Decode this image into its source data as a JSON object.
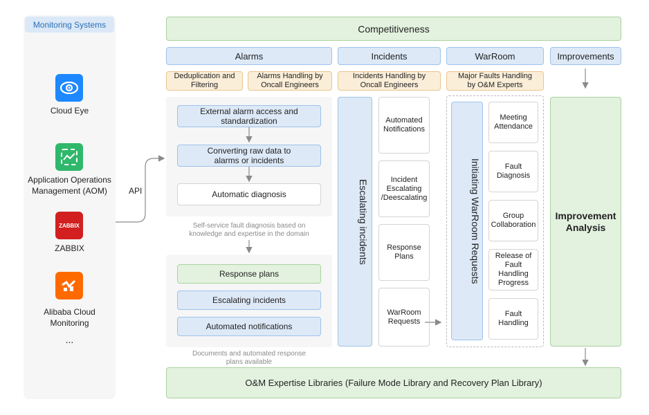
{
  "monitoring": {
    "title": "Monitoring Systems",
    "systems": [
      {
        "name": "Cloud Eye",
        "icon": "eye-icon",
        "color": "#1e88ff"
      },
      {
        "name": "Application Operations Management (AOM)",
        "icon": "graph-icon",
        "color": "#2fb86b"
      },
      {
        "name": "ZABBIX",
        "icon_text": "ZABBIX",
        "color": "#d21f1f"
      },
      {
        "name": "Alibaba Cloud Monitoring",
        "icon": "chart-icon",
        "color": "#ff6a00"
      }
    ],
    "more": "..."
  },
  "api_label": "API",
  "header": "Competitiveness",
  "columns": {
    "alarms": "Alarms",
    "incidents": "Incidents",
    "warroom": "WarRoom",
    "improvements": "Improvements"
  },
  "subheaders": {
    "dedup": "Deduplication and Filtering",
    "alarms_handling": "Alarms Handling by Oncall Engineers",
    "incidents_handling": "Incidents Handling by Oncall Engineers",
    "major_faults": "Major Faults Handling by O&M Experts"
  },
  "alarm_steps": [
    "External alarm access and standardization",
    "Converting raw data to alarms or incidents",
    "Automatic diagnosis"
  ],
  "self_service_note": "Self-service fault diagnosis based on knowledge and expertise in the domain",
  "response_items": [
    "Response plans",
    "Escalating incidents",
    "Automated notifications"
  ],
  "documents_note": "Documents and automated response plans available",
  "escalating_label": "Escalating incidents",
  "incident_actions": [
    "Automated Notifications",
    "Incident Escalating /Deescalating",
    "Response Plans",
    "WarRoom Requests"
  ],
  "warroom_label": "Initiating WarRoom Requests",
  "warroom_actions": [
    "Meeting Attendance",
    "Fault Diagnosis",
    "Group Collaboration",
    "Release of Fault Handling Progress",
    "Fault Handling"
  ],
  "improvement_label": "Improvement Analysis",
  "bottom": "O&M Expertise Libraries (Failure Mode Library and Recovery Plan Library)",
  "colors": {
    "blue_fill": "#dde9f7",
    "blue_border": "#9ec2ea",
    "green_fill": "#e3f1df",
    "green_border": "#a9d29f",
    "orange_fill": "#fbeed8",
    "orange_border": "#e9c58d",
    "panel_gray": "#f6f6f6"
  }
}
